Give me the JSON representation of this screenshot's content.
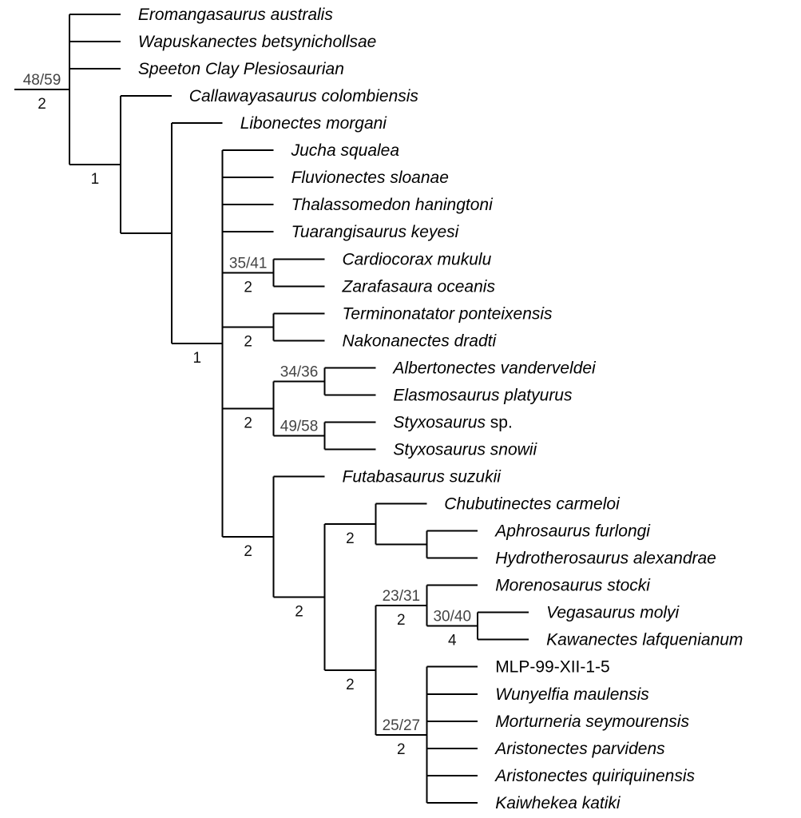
{
  "title_hidden": null,
  "tree": {
    "support": "48/59",
    "bremer": "2",
    "children": [
      {
        "name": "Eromangasaurus australis",
        "italic": true
      },
      {
        "name": "Wapuskanectes betsynichollsae",
        "italic": true
      },
      {
        "name": "Speeton Clay Plesiosaurian",
        "italic": true
      },
      {
        "bremer": "1",
        "children": [
          {
            "name": "Callawayasaurus colombiensis",
            "italic": true
          },
          {
            "children": [
              {
                "name": "Libonectes morgani",
                "italic": true
              },
              {
                "bremer": "1",
                "children": [
                  {
                    "name": "Jucha squalea",
                    "italic": true
                  },
                  {
                    "name": "Fluvionectes sloanae",
                    "italic": true
                  },
                  {
                    "name": "Thalassomedon haningtoni",
                    "italic": true
                  },
                  {
                    "name": "Tuarangisaurus keyesi",
                    "italic": true
                  },
                  {
                    "support": "35/41",
                    "bremer": "2",
                    "children": [
                      {
                        "name": "Cardiocorax mukulu",
                        "italic": true
                      },
                      {
                        "name": "Zarafasaura oceanis",
                        "italic": true
                      }
                    ]
                  },
                  {
                    "bremer": "2",
                    "children": [
                      {
                        "name": "Terminonatator ponteixensis",
                        "italic": true
                      },
                      {
                        "name": "Nakonanectes dradti",
                        "italic": true
                      }
                    ]
                  },
                  {
                    "bremer": "2",
                    "children": [
                      {
                        "support": "34/36",
                        "children": [
                          {
                            "name": "Albertonectes vanderveldei",
                            "italic": true
                          },
                          {
                            "name": "Elasmosaurus platyurus",
                            "italic": true
                          }
                        ]
                      },
                      {
                        "support": "49/58",
                        "children": [
                          {
                            "name": "Styxosaurus",
                            "italic": true,
                            "suffix": " sp."
                          },
                          {
                            "name": "Styxosaurus snowii",
                            "italic": true
                          }
                        ]
                      }
                    ]
                  },
                  {
                    "bremer": "2",
                    "children": [
                      {
                        "name": "Futabasaurus suzukii",
                        "italic": true
                      },
                      {
                        "bremer": "2",
                        "children": [
                          {
                            "bremer": "2",
                            "children": [
                              {
                                "name": "Chubutinectes carmeloi",
                                "italic": true
                              },
                              {
                                "children": [
                                  {
                                    "name": "Aphrosaurus furlongi",
                                    "italic": true
                                  },
                                  {
                                    "name": "Hydrotherosaurus alexandrae",
                                    "italic": true
                                  }
                                ]
                              }
                            ]
                          },
                          {
                            "bremer": "2",
                            "children": [
                              {
                                "support": "23/31",
                                "bremer": "2",
                                "children": [
                                  {
                                    "name": "Morenosaurus stocki",
                                    "italic": true
                                  },
                                  {
                                    "support": "30/40",
                                    "bremer": "4",
                                    "children": [
                                      {
                                        "name": "Vegasaurus molyi",
                                        "italic": true
                                      },
                                      {
                                        "name": "Kawanectes lafquenianum",
                                        "italic": true
                                      }
                                    ]
                                  }
                                ]
                              },
                              {
                                "support": "25/27",
                                "bremer": "2",
                                "children": [
                                  {
                                    "name": "MLP-99-XII-1-5",
                                    "italic": false
                                  },
                                  {
                                    "name": "Wunyelfia maulensis",
                                    "italic": true
                                  },
                                  {
                                    "name": "Morturneria seymourensis",
                                    "italic": true
                                  },
                                  {
                                    "name": "Aristonectes parvidens",
                                    "italic": true
                                  },
                                  {
                                    "name": "Aristonectes quiriquinensis",
                                    "italic": true
                                  },
                                  {
                                    "name": "Kaiwhekea katiki",
                                    "italic": true
                                  }
                                ]
                              }
                            ]
                          }
                        ]
                      }
                    ]
                  }
                ]
              }
            ]
          }
        ]
      }
    ]
  }
}
